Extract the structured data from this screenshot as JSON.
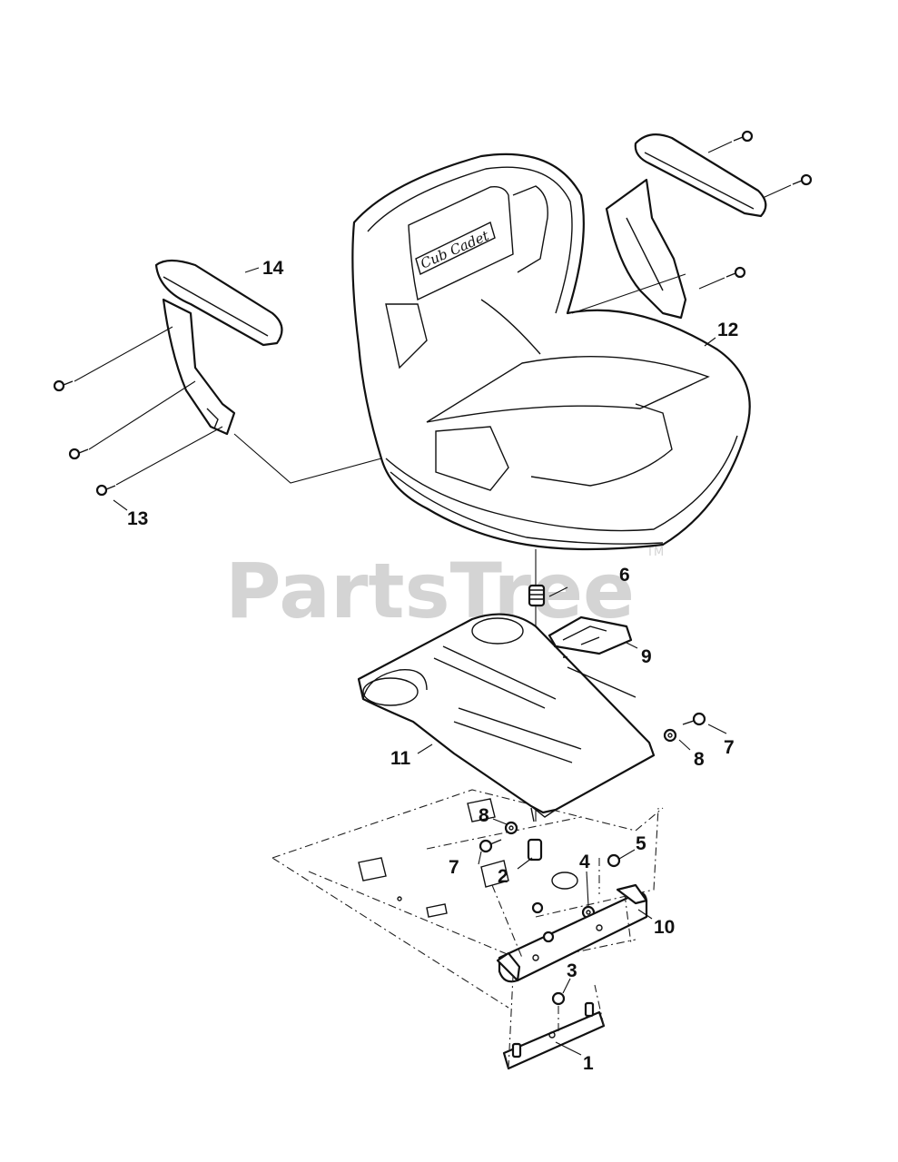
{
  "watermark": {
    "text": "PartsTree",
    "tm": "TM"
  },
  "seat_logo": "Cub Cadet",
  "callouts": [
    {
      "id": "c1",
      "label": "1"
    },
    {
      "id": "c2",
      "label": "2"
    },
    {
      "id": "c3",
      "label": "3"
    },
    {
      "id": "c4",
      "label": "4"
    },
    {
      "id": "c5",
      "label": "5"
    },
    {
      "id": "c6",
      "label": "6"
    },
    {
      "id": "c7a",
      "label": "7"
    },
    {
      "id": "c7b",
      "label": "7"
    },
    {
      "id": "c8a",
      "label": "8"
    },
    {
      "id": "c8b",
      "label": "8"
    },
    {
      "id": "c9",
      "label": "9"
    },
    {
      "id": "c10",
      "label": "10"
    },
    {
      "id": "c11",
      "label": "11"
    },
    {
      "id": "c12",
      "label": "12"
    },
    {
      "id": "c13",
      "label": "13"
    },
    {
      "id": "c14",
      "label": "14"
    }
  ]
}
